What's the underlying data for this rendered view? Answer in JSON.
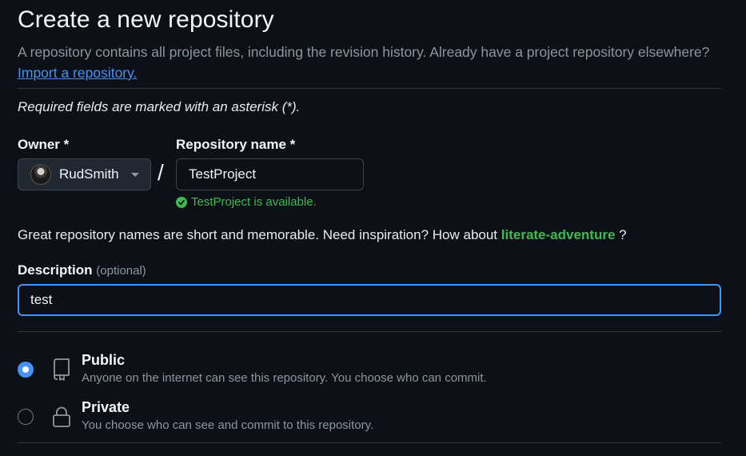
{
  "header": {
    "title": "Create a new repository",
    "description": "A repository contains all project files, including the revision history. Already have a project repository elsewhere?",
    "import_link": "Import a repository."
  },
  "form": {
    "required_note": "Required fields are marked with an asterisk (*).",
    "owner": {
      "label": "Owner *",
      "value": "RudSmith"
    },
    "separator": "/",
    "repo_name": {
      "label": "Repository name *",
      "value": "TestProject",
      "availability": "TestProject is available."
    },
    "inspiration": {
      "text": "Great repository names are short and memorable. Need inspiration? How about",
      "suggestion": "literate-adventure",
      "suffix": "?"
    },
    "description": {
      "label": "Description",
      "optional": "(optional)",
      "value": "test"
    },
    "visibility": [
      {
        "title": "Public",
        "description": "Anyone on the internet can see this repository. You choose who can commit.",
        "icon": "repo-icon",
        "selected": true
      },
      {
        "title": "Private",
        "description": "You choose who can see and commit to this repository.",
        "icon": "lock-icon",
        "selected": false
      }
    ]
  },
  "colors": {
    "background": "#0d1117",
    "accent": "#4493f8",
    "success": "#3fb950",
    "border": "#30363d"
  }
}
